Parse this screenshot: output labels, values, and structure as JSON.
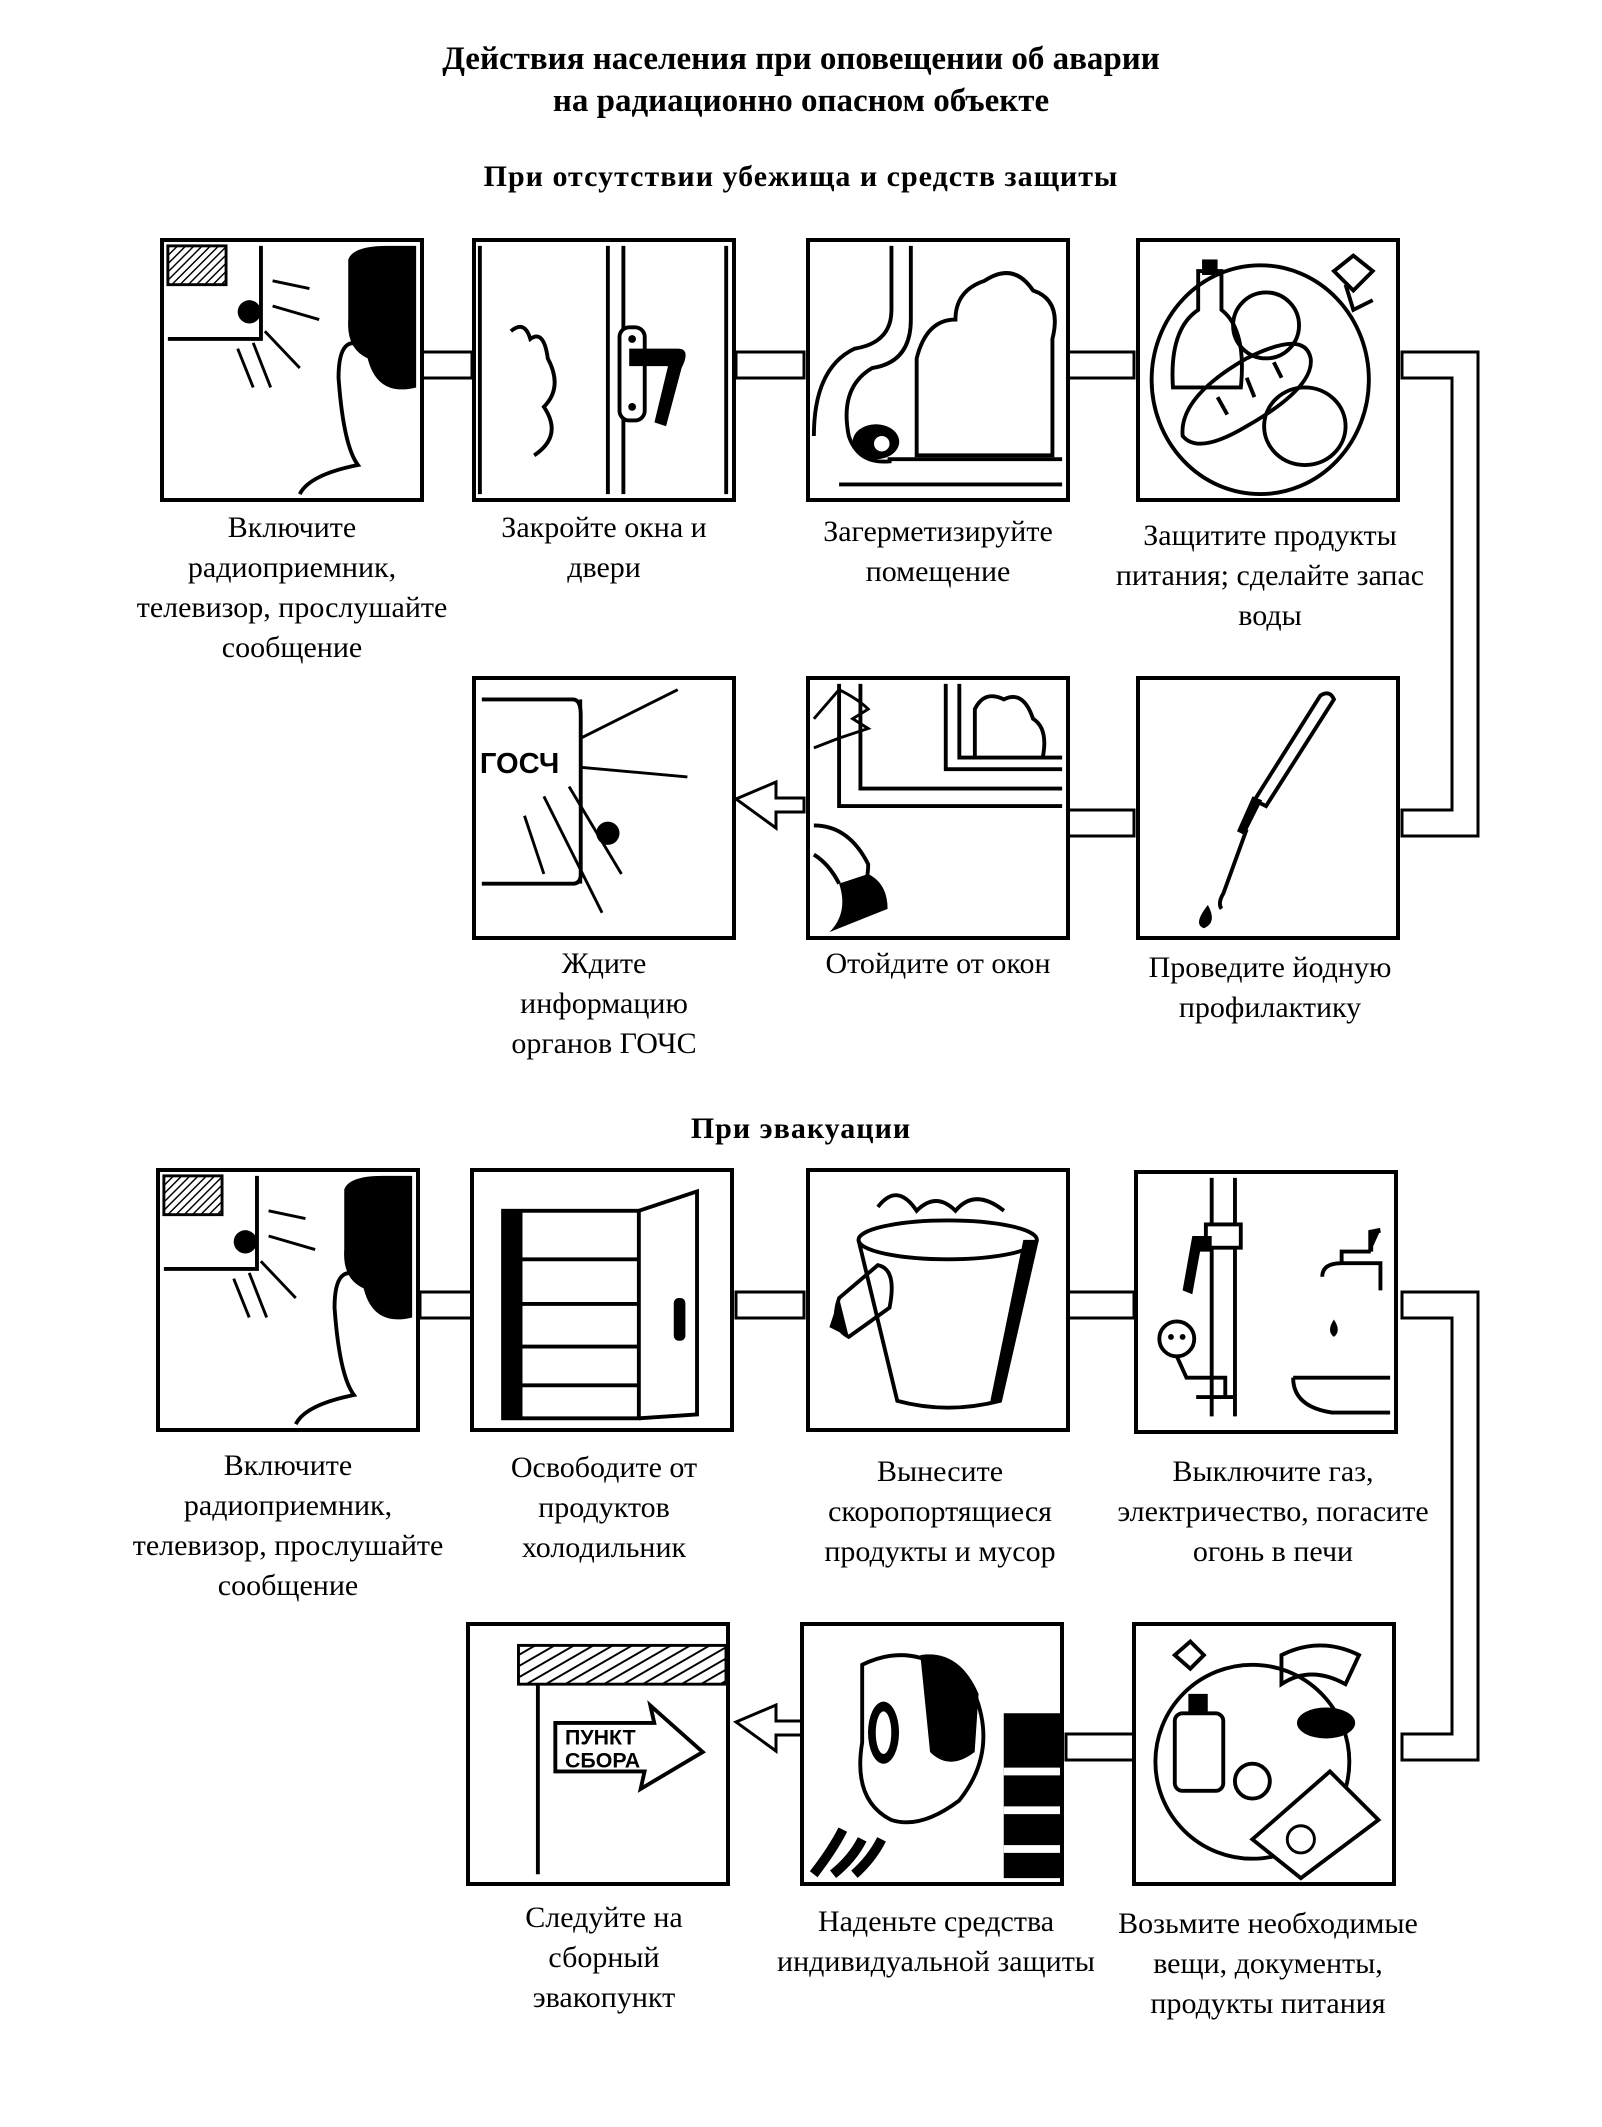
{
  "title": {
    "line1": "Действия населения при оповещении об аварии",
    "line2": "на радиационно опасном объекте"
  },
  "section1": {
    "heading": "При отсутствии убежища и средств защиты",
    "steps": [
      {
        "text": "Включите радиоприемник, телевизор, прослушайте сообщение"
      },
      {
        "text": "Закройте окна и двери"
      },
      {
        "text": "Загерметизируйте помещение"
      },
      {
        "text": "Защитите продукты питания; сделайте запас воды"
      },
      {
        "text": "Проведите йодную профилактику"
      },
      {
        "text": "Отойдите от окон"
      },
      {
        "text": "Ждите информацию органов ГОЧС",
        "sign": "ГОСЧ"
      }
    ]
  },
  "section2": {
    "heading": "При эвакуации",
    "steps": [
      {
        "text": "Включите радиоприемник, телевизор, прослушайте сообщение"
      },
      {
        "text": "Освободите от продуктов холодильник"
      },
      {
        "text": "Вынесите скоропортящиеся продукты и мусор"
      },
      {
        "text": "Выключите газ, электричество, погасите огонь в печи"
      },
      {
        "text": "Возьмите необходимые вещи, документы, продукты питания"
      },
      {
        "text": "Наденьте средства индивидуальной защиты"
      },
      {
        "text": "Следуйте на сборный эвакопункт",
        "sign1": "ПУНКТ",
        "sign2": "СБОРА"
      }
    ]
  }
}
